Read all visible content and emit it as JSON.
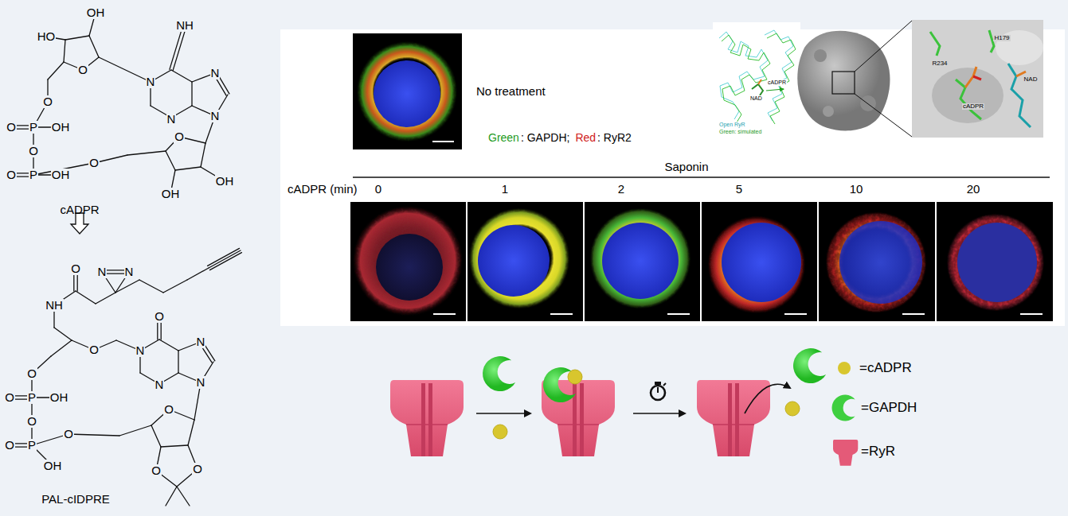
{
  "diagram": {
    "labels": [
      "HO",
      "OH",
      "O",
      "NH",
      "N",
      "N",
      "N",
      "N",
      "O",
      "O",
      "P",
      "OH",
      "O",
      "O",
      "P",
      "OH",
      "O",
      "O",
      "OH",
      "OH",
      "cADPR",
      "N",
      "N",
      "O",
      "NH",
      "O",
      "O",
      "N",
      "N",
      "N",
      "N",
      "O",
      "O",
      "P",
      "OH",
      "O",
      "O",
      "P",
      "OH",
      "O",
      "O",
      "O",
      "O",
      "PAL-cIDPRE",
      "No treatment",
      "Green",
      ": GAPDH;",
      "Red",
      ": RyR2",
      "Open RyR",
      "Green: simulated",
      "cADPR",
      "NAD",
      "R234",
      "H179",
      "NAD",
      "cADPR",
      "Saponin",
      "cADPR (min)",
      "0",
      "1",
      "2",
      "5",
      "10",
      "20"
    ],
    "legend": [
      {
        "text": "=cADPR",
        "color": "#d8c62e"
      },
      {
        "text": "=GAPDH",
        "color": "#3fcf3f"
      },
      {
        "text": "=RyR",
        "color": "#e45a78"
      }
    ]
  }
}
